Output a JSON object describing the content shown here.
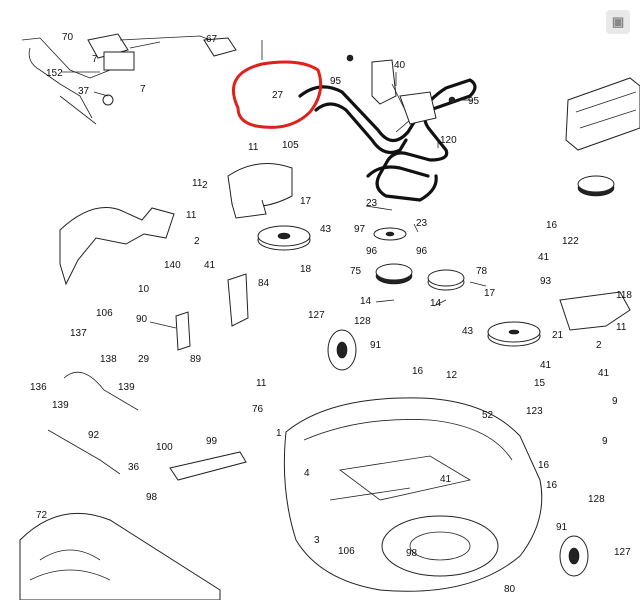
{
  "diagram": {
    "type": "exploded-parts-diagram",
    "highlight_color": "#e0201a",
    "highlighted_part": "27",
    "part_labels": [
      "70",
      "67",
      "152",
      "7",
      "7",
      "37",
      "95",
      "40",
      "27",
      "95",
      "120",
      "11",
      "105",
      "11",
      "2",
      "17",
      "43",
      "11",
      "2",
      "23",
      "23",
      "97",
      "96",
      "96",
      "16",
      "122",
      "41",
      "75",
      "78",
      "93",
      "140",
      "14",
      "14",
      "17",
      "41",
      "118",
      "84",
      "18",
      "10",
      "106",
      "90",
      "127",
      "128",
      "43",
      "21",
      "11",
      "89",
      "137",
      "138",
      "29",
      "91",
      "16",
      "12",
      "41",
      "41",
      "136",
      "139",
      "139",
      "11",
      "76",
      "1",
      "16",
      "15",
      "9",
      "52",
      "123",
      "9",
      "92",
      "100",
      "99",
      "36",
      "4",
      "98",
      "41",
      "16",
      "91",
      "128",
      "72",
      "3",
      "106",
      "98",
      "127",
      "80",
      "2"
    ]
  }
}
